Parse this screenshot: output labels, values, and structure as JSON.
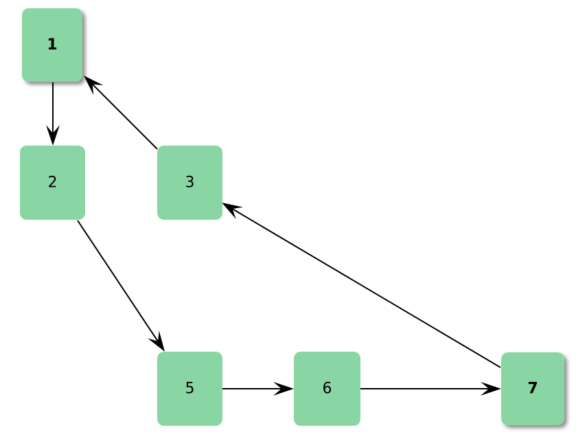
{
  "diagram": {
    "type": "directed-graph",
    "node_color": "#89d6a4",
    "edge_color": "#000000",
    "nodes": [
      {
        "id": "n1",
        "label": "1",
        "bold": true,
        "shadow": true
      },
      {
        "id": "n2",
        "label": "2",
        "bold": false,
        "shadow": false
      },
      {
        "id": "n3",
        "label": "3",
        "bold": false,
        "shadow": false
      },
      {
        "id": "n5",
        "label": "5",
        "bold": false,
        "shadow": false
      },
      {
        "id": "n6",
        "label": "6",
        "bold": false,
        "shadow": false
      },
      {
        "id": "n7",
        "label": "7",
        "bold": true,
        "shadow": true
      }
    ],
    "edges": [
      {
        "from": "n1",
        "to": "n2"
      },
      {
        "from": "n3",
        "to": "n1"
      },
      {
        "from": "n2",
        "to": "n5"
      },
      {
        "from": "n7",
        "to": "n3"
      },
      {
        "from": "n5",
        "to": "n6"
      },
      {
        "from": "n6",
        "to": "n7"
      }
    ]
  }
}
